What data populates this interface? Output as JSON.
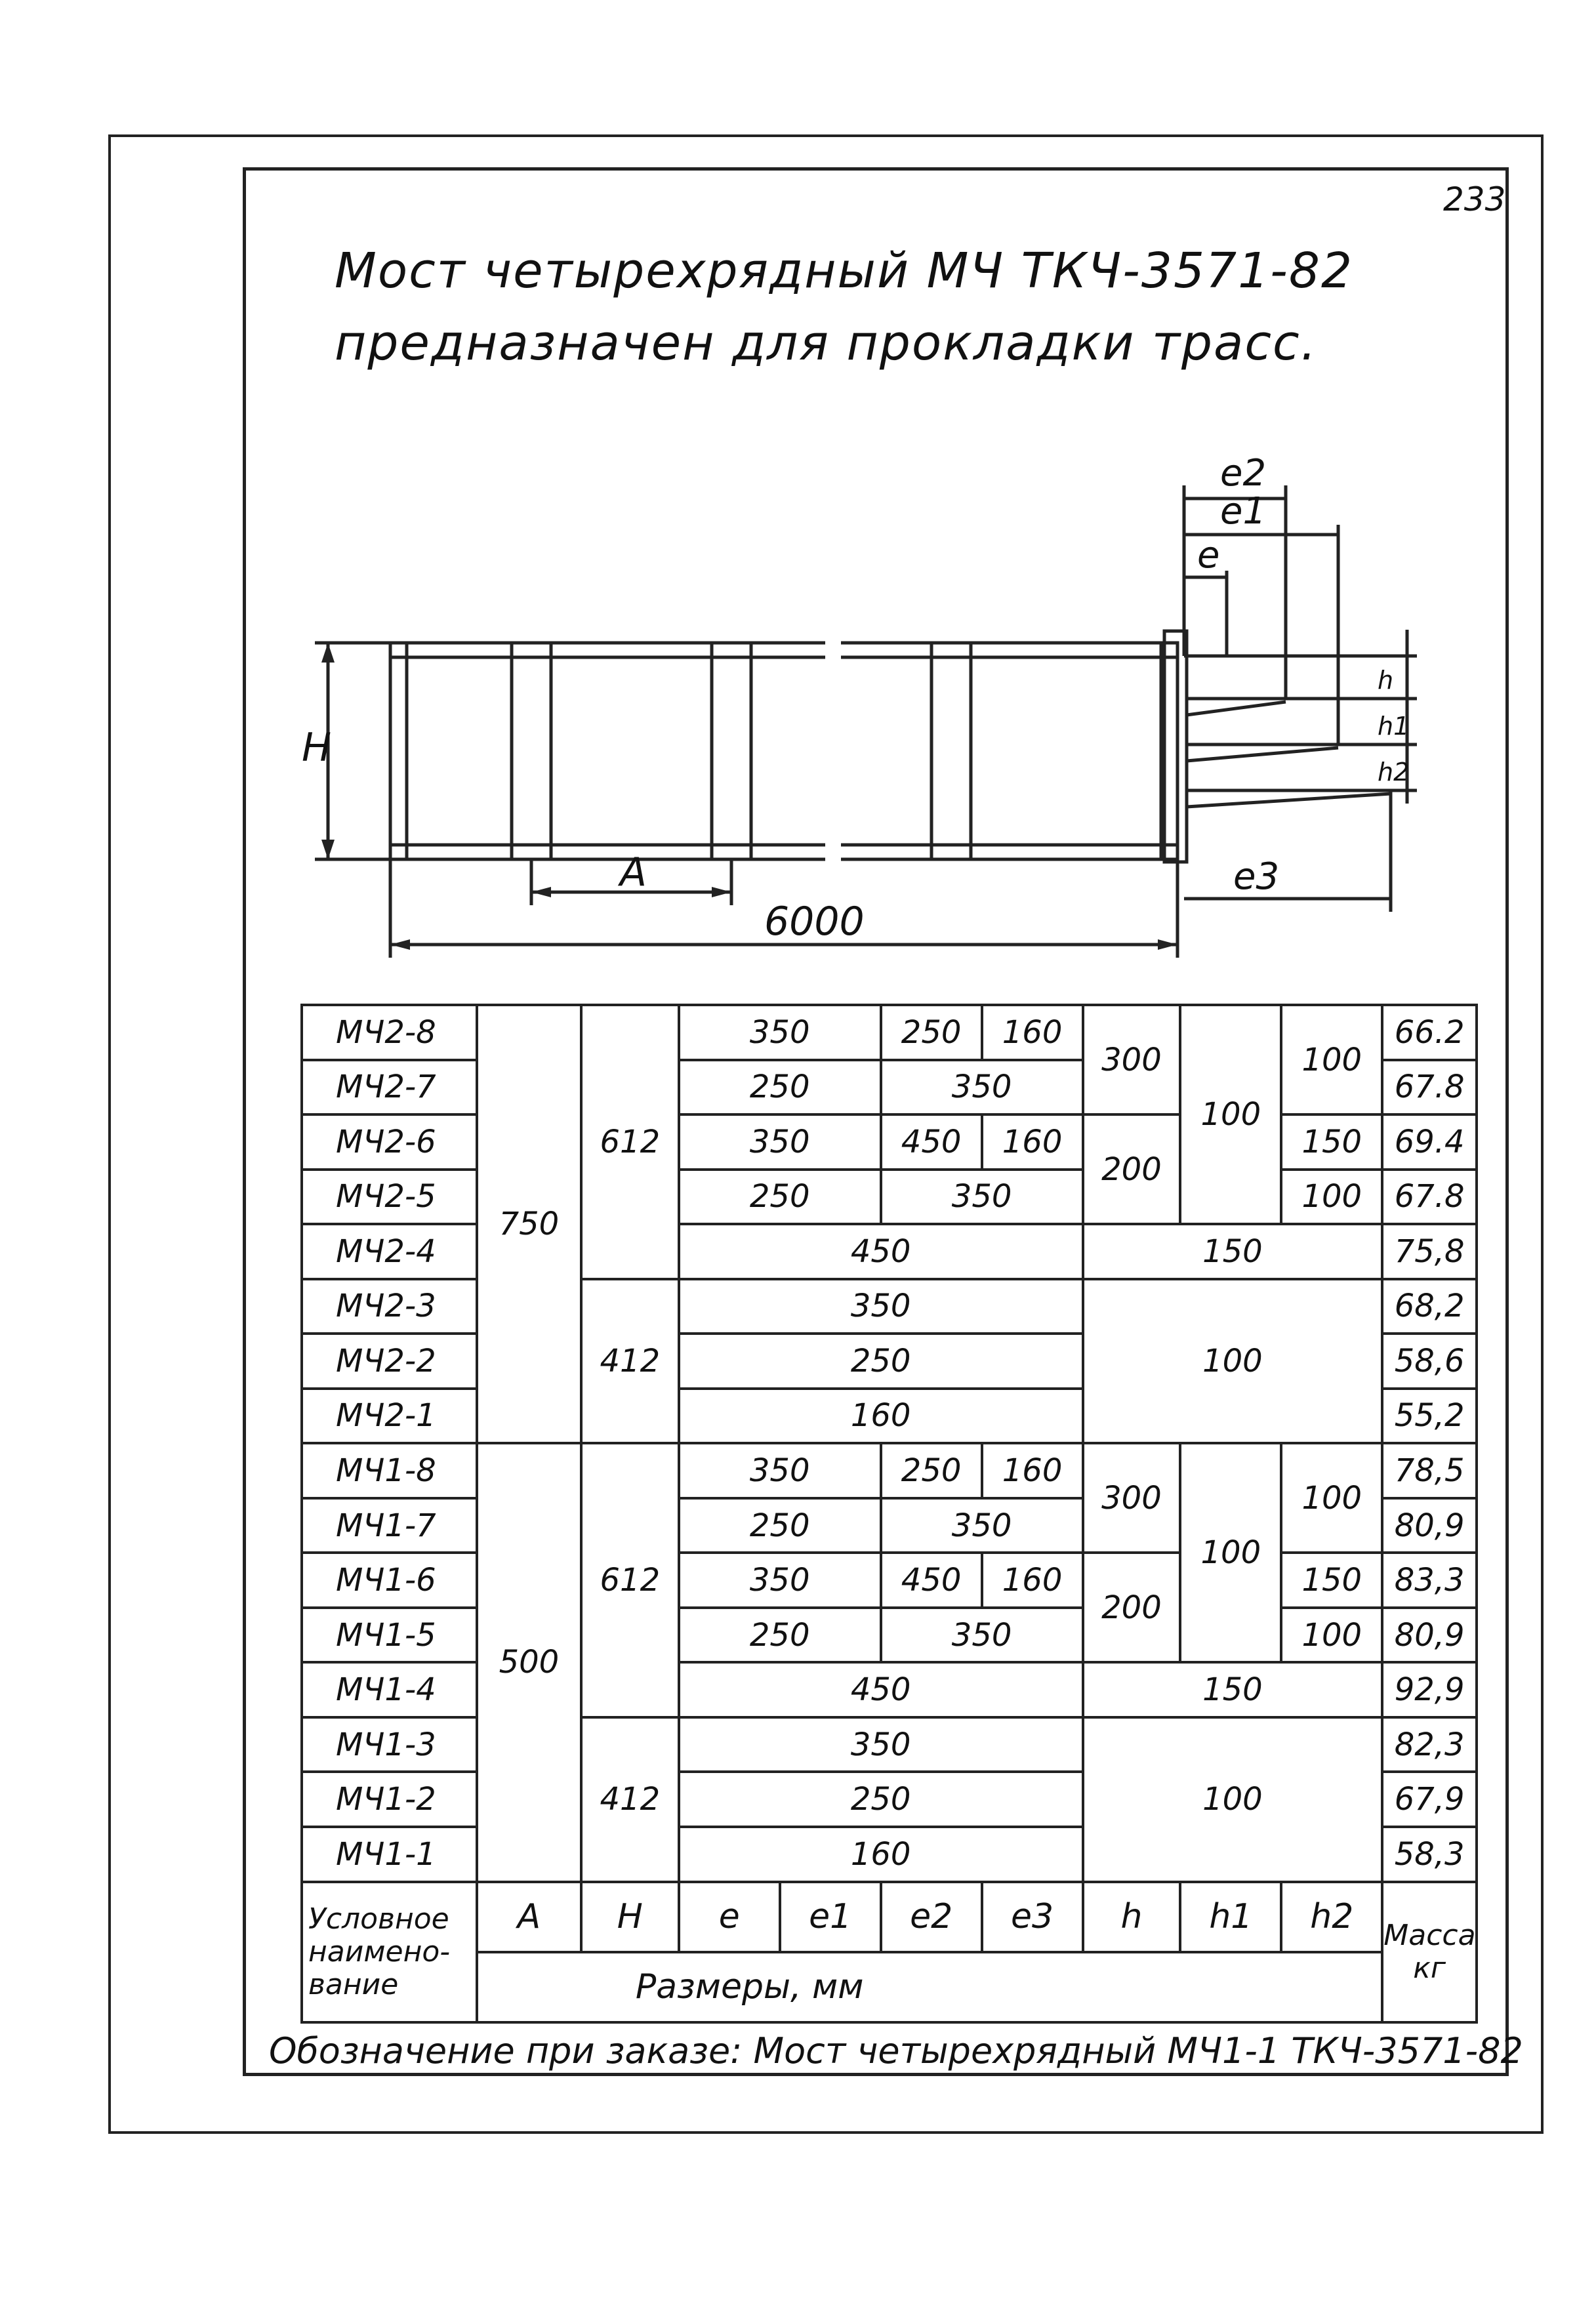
{
  "page_number": "233",
  "title_line1": "Мост четырехрядный МЧ ТКЧ-3571-82",
  "title_line2": "предназначен для прокладки трасс.",
  "drawing": {
    "h_label": "H",
    "a_label": "A",
    "length_label": "6000",
    "e_labels": [
      "e2",
      "e1",
      "e",
      "e3"
    ],
    "h_side_labels": [
      "h2",
      "h1",
      "h"
    ]
  },
  "table": {
    "rows": [
      {
        "name": "МЧ2-8"
      },
      {
        "name": "МЧ2-7"
      },
      {
        "name": "МЧ2-6"
      },
      {
        "name": "МЧ2-5"
      },
      {
        "name": "МЧ2-4"
      },
      {
        "name": "МЧ2-3"
      },
      {
        "name": "МЧ2-2"
      },
      {
        "name": "МЧ2-1"
      },
      {
        "name": "МЧ1-8"
      },
      {
        "name": "МЧ1-7"
      },
      {
        "name": "МЧ1-6"
      },
      {
        "name": "МЧ1-5"
      },
      {
        "name": "МЧ1-4"
      },
      {
        "name": "МЧ1-3"
      },
      {
        "name": "МЧ1-2"
      },
      {
        "name": "МЧ1-1"
      }
    ],
    "cells": {
      "a750": "750",
      "a500": "500",
      "h612a": "612",
      "h412a": "412",
      "h612b": "612",
      "h412b": "412",
      "r1_e": "350",
      "r1_e1": "250",
      "r1_e2": "160",
      "r2_e": "250",
      "r2_e1": "350",
      "r3_e": "350",
      "r3_e1": "450",
      "r3_e2": "160",
      "r4_e": "250",
      "r4_e1": "350",
      "r5_e": "450",
      "r5_h": "150",
      "r6_e": "350",
      "r7_e": "250",
      "r8_e": "160",
      "r678_h": "100",
      "e3_300a": "300",
      "e3_200a": "200",
      "h_100a": "100",
      "h2_100a": "100",
      "h2_150a": "150",
      "h2_100b": "100",
      "r9_e": "350",
      "r9_e1": "250",
      "r9_e2": "160",
      "r10_e": "250",
      "r10_e1": "350",
      "r11_e": "350",
      "r11_e1": "450",
      "r11_e2": "160",
      "r12_e": "250",
      "r12_e1": "350",
      "r13_e": "450",
      "r13_h": "150",
      "r14_e": "350",
      "r15_e": "250",
      "r16_e": "160",
      "r141516_h": "100",
      "e3_300b": "300",
      "e3_200b": "200",
      "h_100b": "100",
      "h2_100c": "100",
      "h2_150b": "150",
      "h2_100d": "100"
    },
    "masses": [
      "66.2",
      "67.8",
      "69.4",
      "67.8",
      "75,8",
      "68,2",
      "58,6",
      "55,2",
      "78,5",
      "80,9",
      "83,3",
      "80,9",
      "92,9",
      "82,3",
      "67,9",
      "58,3"
    ],
    "header": {
      "name_label": "Условное наимено- вание",
      "cols": [
        "A",
        "H",
        "e",
        "e1",
        "e2",
        "e3",
        "h",
        "h1",
        "h2"
      ],
      "mass_label": "Масса кг",
      "dims_label": "Размеры, мм"
    }
  },
  "footer_text": "Обозначение при заказе: Мост четырехрядный МЧ1-1 ТКЧ-3571-82"
}
